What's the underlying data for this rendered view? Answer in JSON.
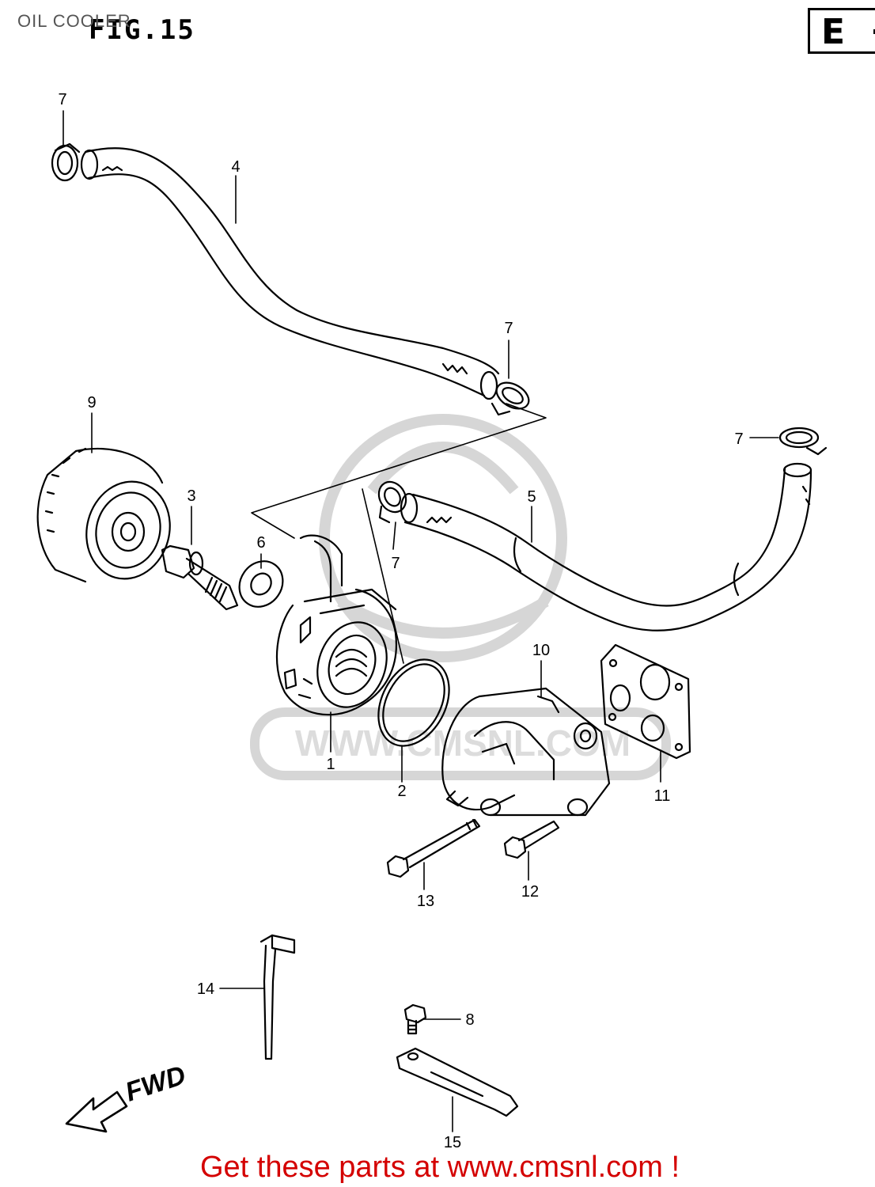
{
  "header": {
    "caption": "OIL COOLER",
    "figure_title": "FIG.15",
    "section_code": "E"
  },
  "watermark": {
    "text": "WWW.CMSNL.COM"
  },
  "fwd_arrow": {
    "label": "FWD"
  },
  "callouts": {
    "c1": "1",
    "c2": "2",
    "c3": "3",
    "c4": "4",
    "c5": "5",
    "c6": "6",
    "c7a": "7",
    "c7b": "7",
    "c7c": "7",
    "c7d": "7",
    "c8": "8",
    "c9": "9",
    "c10": "10",
    "c11": "11",
    "c12": "12",
    "c13": "13",
    "c14": "14",
    "c15": "15"
  },
  "footer": {
    "link_text": "Get these parts at www.cmsnl.com !"
  },
  "colors": {
    "line": "#000000",
    "link": "#d40000",
    "watermark": "#cfcfcf",
    "caption": "#555555"
  }
}
